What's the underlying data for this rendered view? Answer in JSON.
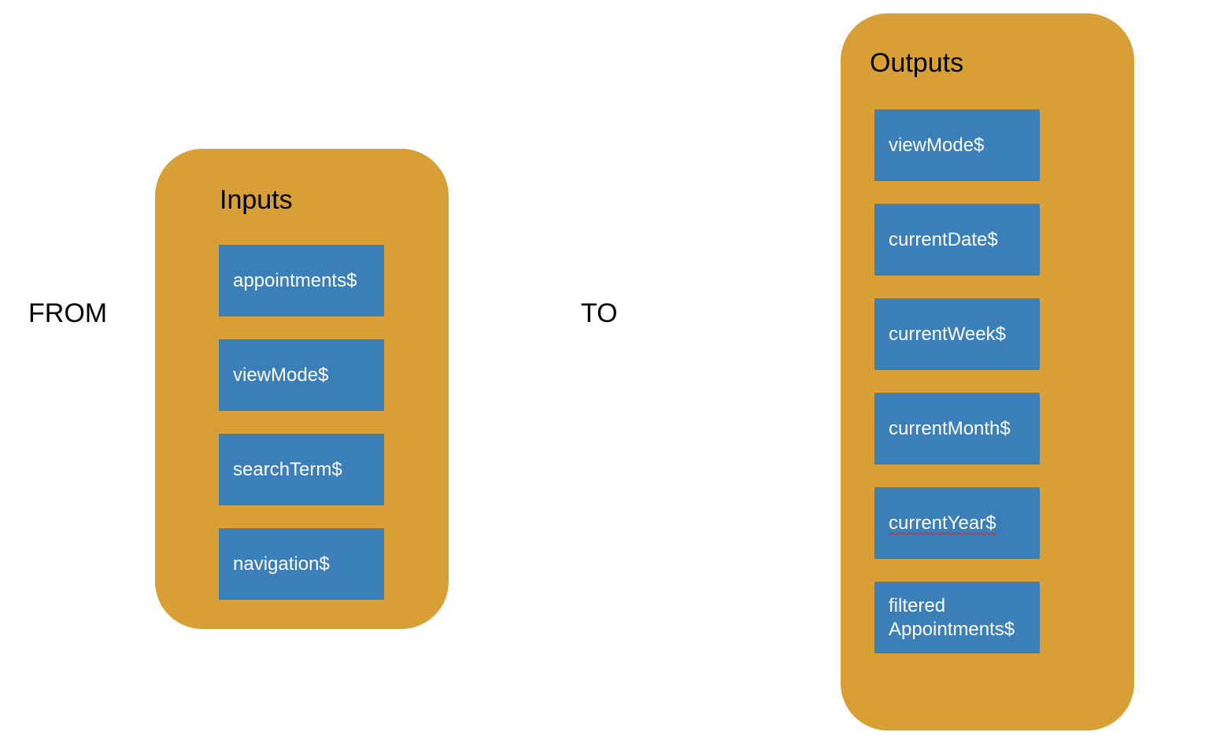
{
  "from_label": "FROM",
  "to_label": "TO",
  "inputs": {
    "title": "Inputs",
    "items": [
      {
        "label": "appointments$"
      },
      {
        "label": "viewMode$"
      },
      {
        "label": "searchTerm$"
      },
      {
        "label": "navigation$"
      }
    ]
  },
  "outputs": {
    "title": "Outputs",
    "items": [
      {
        "label": "viewMode$"
      },
      {
        "label": "currentDate$"
      },
      {
        "label": "currentWeek$"
      },
      {
        "label": "currentMonth$"
      },
      {
        "label": "currentYear$"
      },
      {
        "label": "filtered\nAppointments$"
      }
    ]
  },
  "colors": {
    "group_fill": "#d79f36",
    "box_fill": "#3a7fb8",
    "box_text": "#ffffff",
    "spellcheck_underline": "#e02020"
  }
}
